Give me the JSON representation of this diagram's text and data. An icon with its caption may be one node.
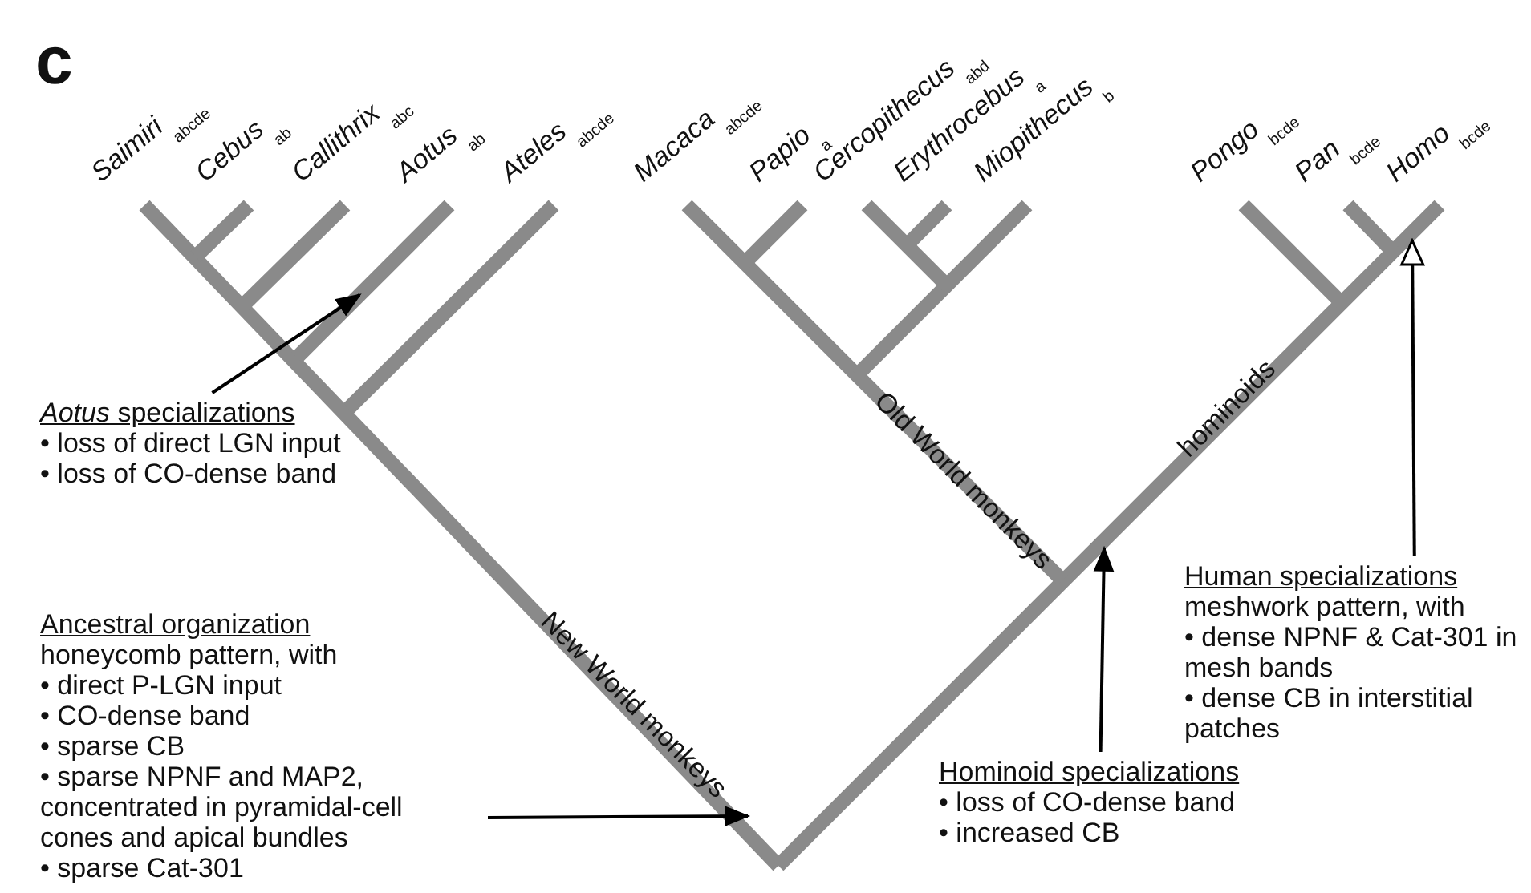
{
  "diagram": {
    "nodes": [
      {
        "text": [
          "*Aotus* specializations",
          "• loss of direct LGN input",
          "• loss of CO-dense band"
        ]
      },
      {
        "text": [
          "Ancestral organization",
          "honeycomb pattern, with",
          "• direct P-LGN input",
          "• CO-dense band",
          "• sparse CB",
          "• sparse NPNF and MAP2, concentrated in pyramidal-cell cones and apical bundles",
          "• sparse Cat-301"
        ]
      },
      {
        "text": [
          "Hominoid specializations",
          "• loss of CO-dense band",
          "• increased CB"
        ]
      },
      {
        "text": [
          "Human specializations",
          "meshwork pattern, with",
          "• dense NPNF & Cat-301 in mesh bands",
          "• dense CB in interstitial patches"
        ]
      }
    ],
    "edges": [
      {
        "from": 0,
        "to": null,
        "arrow": "to"
      },
      {
        "from": 1,
        "to": null,
        "arrow": "to"
      },
      {
        "from": 2,
        "to": null,
        "arrow": "to"
      },
      {
        "from": 3,
        "to": null,
        "arrow": "to"
      }
    ],
    "labels": [
      "c",
      "Saimiri",
      "abcde",
      "Cebus",
      "ab",
      "Callithrix",
      "abc",
      "Aotus",
      "ab",
      "Ateles",
      "abcde",
      "Macaca",
      "abcde",
      "Papio",
      "a",
      "Cercopithecus",
      "abd",
      "Erythrocebus",
      "a",
      "Miopithecus",
      "b",
      "Pongo",
      "bcde",
      "Pan",
      "bcde",
      "Homo",
      "bcde",
      "Old World monkeys",
      "hominoids",
      "New World monkeys"
    ]
  }
}
